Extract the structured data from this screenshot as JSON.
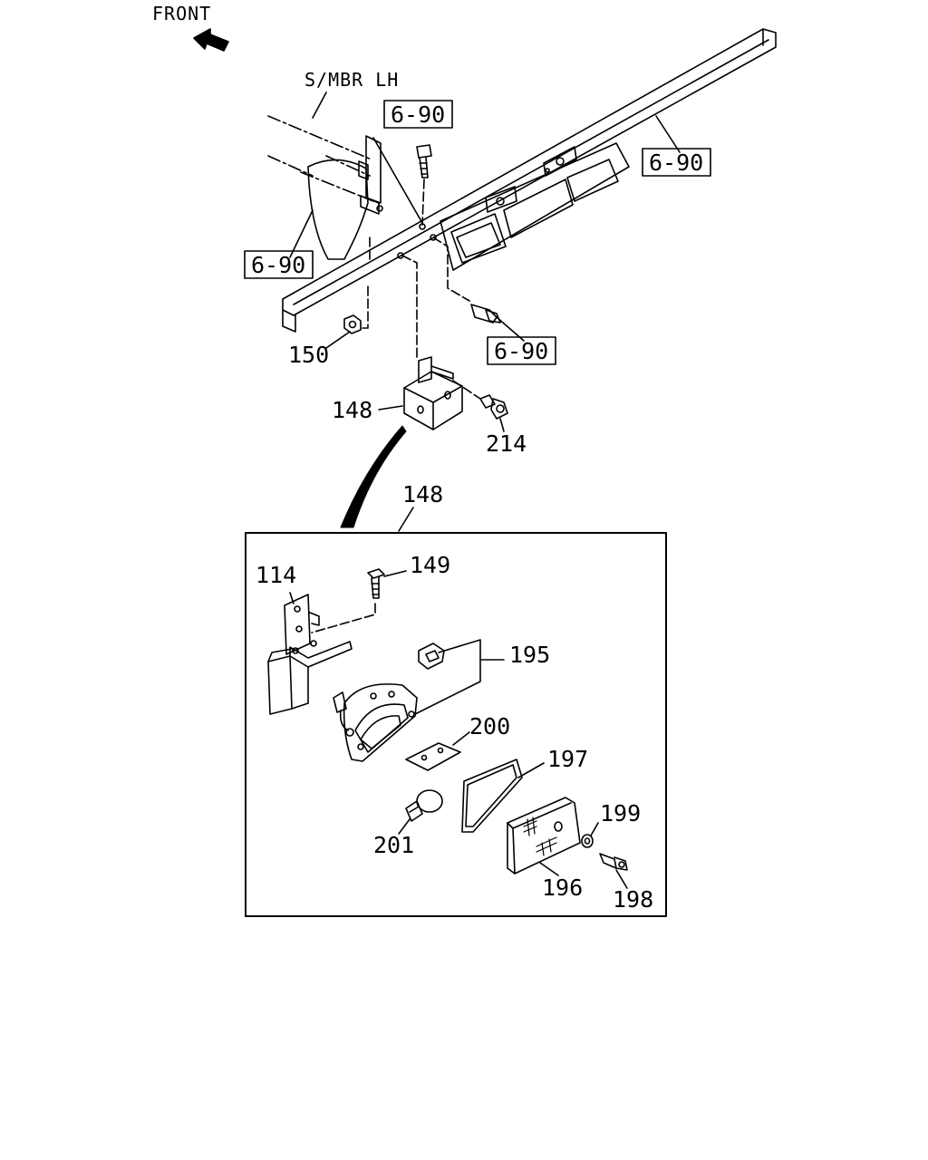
{
  "header": {
    "direction_label": "FRONT",
    "member_label": "S/MBR LH"
  },
  "references": {
    "top_bolt": "6-90",
    "frame_rail": "6-90",
    "left_bracket": "6-90",
    "clip": "6-90"
  },
  "callouts": {
    "nut": "150",
    "lamp_assembly": "148",
    "bolt": "214",
    "detail_title": "148",
    "bracket": "114",
    "screw": "149",
    "grommet": "195",
    "pad": "200",
    "gasket": "197",
    "bulb": "201",
    "lens": "196",
    "washer": "199",
    "lens_screw": "198"
  },
  "colors": {
    "ink": "#000000",
    "paper": "#ffffff"
  }
}
